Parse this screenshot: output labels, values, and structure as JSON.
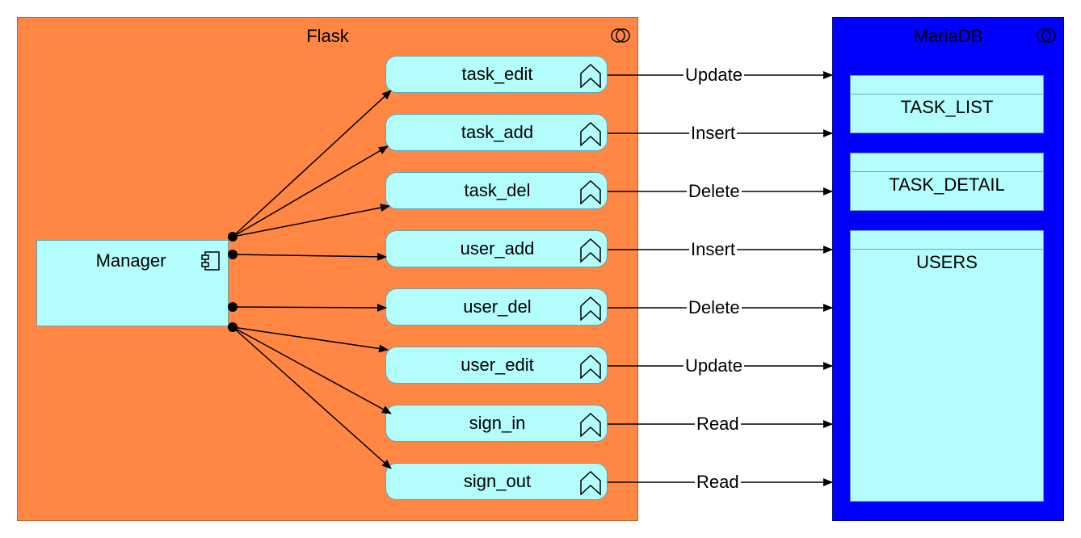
{
  "flask": {
    "title": "Flask"
  },
  "mariadb": {
    "title": "MariaDB"
  },
  "manager": {
    "label": "Manager"
  },
  "functions": [
    {
      "label": "task_edit",
      "operation": "Update"
    },
    {
      "label": "task_add",
      "operation": "Insert"
    },
    {
      "label": "task_del",
      "operation": "Delete"
    },
    {
      "label": "user_add",
      "operation": "Insert"
    },
    {
      "label": "user_del",
      "operation": "Delete"
    },
    {
      "label": "user_edit",
      "operation": "Update"
    },
    {
      "label": "sign_in",
      "operation": "Read"
    },
    {
      "label": "sign_out",
      "operation": "Read"
    }
  ],
  "tables": [
    {
      "label": "TASK_LIST"
    },
    {
      "label": "TASK_DETAIL"
    },
    {
      "label": "USERS"
    }
  ],
  "colors": {
    "flask_fill": "#ff8743",
    "mariadb_fill": "#0000ff",
    "element_fill": "#b4fdfd"
  }
}
